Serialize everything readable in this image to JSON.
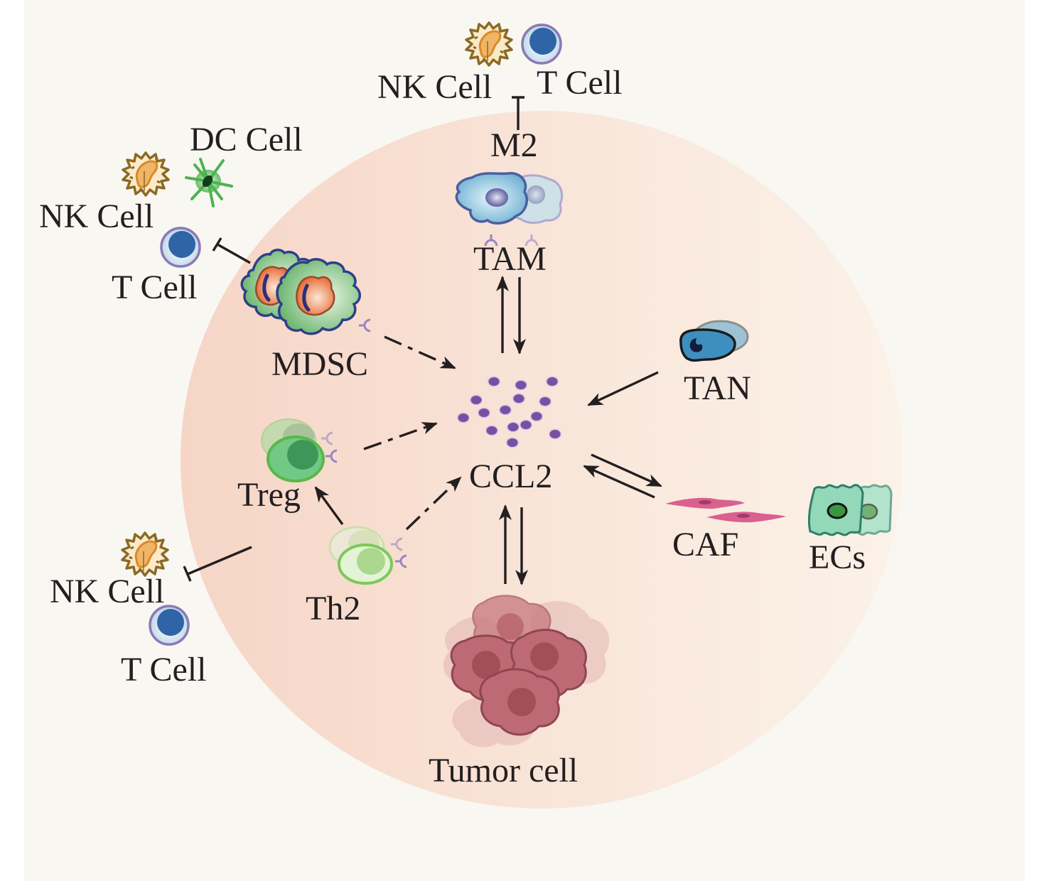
{
  "figure": {
    "title": "CCL2 in the tumor microenvironment",
    "colors": {
      "background": "#f9f7f2",
      "tme_circle_left": "#f6d6c8",
      "tme_circle_right": "#fbf1e6",
      "text": "#231f20",
      "ccl2_dot": "#7a4fa3",
      "nk_cell": "#8a6a24",
      "t_cell": "#2f64a6",
      "dc_cell": "#4cb34f",
      "mdsc_body": "#6db56f",
      "mdsc_nucleus": "#e8733a",
      "tam": "#6aaed0",
      "tan": "#3e8fc0",
      "treg": "#6cc47a",
      "th2": "#a8d98a",
      "caf": "#d9608f",
      "ecs": "#93d8b8",
      "tumor": "#b8636c"
    }
  },
  "nodes": {
    "ccl2": {
      "label": "CCL2",
      "icon": "chemokine-dots-icon"
    },
    "tam": {
      "label": "TAM",
      "icon": "macrophage-icon"
    },
    "m2": {
      "label": "M2"
    },
    "tan": {
      "label": "TAN",
      "icon": "neutrophil-icon"
    },
    "caf": {
      "label": "CAF",
      "icon": "fibroblast-icon"
    },
    "ecs": {
      "label": "ECs",
      "icon": "endothelial-cell-icon"
    },
    "tumor": {
      "label": "Tumor cell",
      "icon": "tumor-cell-cluster-icon"
    },
    "th2": {
      "label": "Th2",
      "icon": "th2-cell-icon"
    },
    "treg": {
      "label": "Treg",
      "icon": "treg-cell-icon"
    },
    "mdsc": {
      "label": "MDSC",
      "icon": "mdsc-icon"
    },
    "top_nk": {
      "label": "NK Cell",
      "icon": "nk-cell-icon"
    },
    "top_t": {
      "label": "T Cell",
      "icon": "t-cell-icon"
    },
    "left_dc": {
      "label": "DC Cell",
      "icon": "dendritic-cell-icon"
    },
    "left_nk": {
      "label": "NK Cell",
      "icon": "nk-cell-icon"
    },
    "left_t": {
      "label": "T Cell",
      "icon": "t-cell-icon"
    },
    "bottom_nk": {
      "label": "NK Cell",
      "icon": "nk-cell-icon"
    },
    "bottom_t": {
      "label": "T Cell",
      "icon": "t-cell-icon"
    }
  },
  "edges": [
    {
      "from": "CCL2",
      "to": "TAM",
      "type": "arrow"
    },
    {
      "from": "TAM",
      "to": "CCL2",
      "type": "arrow"
    },
    {
      "from": "M2",
      "to": "NK Cell / T Cell",
      "type": "inhibition"
    },
    {
      "from": "MDSC",
      "to": "CCL2",
      "type": "dash-dot arrow"
    },
    {
      "from": "MDSC",
      "to": "NK Cell / T Cell / DC Cell",
      "type": "inhibition"
    },
    {
      "from": "TAN",
      "to": "CCL2",
      "type": "arrow"
    },
    {
      "from": "CCL2",
      "to": "CAF",
      "type": "arrow"
    },
    {
      "from": "CAF",
      "to": "CCL2",
      "type": "arrow"
    },
    {
      "from": "CCL2",
      "to": "Tumor cell",
      "type": "arrow"
    },
    {
      "from": "Tumor cell",
      "to": "CCL2",
      "type": "arrow"
    },
    {
      "from": "Treg",
      "to": "CCL2",
      "type": "dash-dot arrow"
    },
    {
      "from": "Th2",
      "to": "CCL2",
      "type": "dash-dot arrow"
    },
    {
      "from": "Th2",
      "to": "Treg",
      "type": "arrow"
    },
    {
      "from": "Treg",
      "to": "NK Cell / T Cell",
      "type": "inhibition"
    }
  ]
}
